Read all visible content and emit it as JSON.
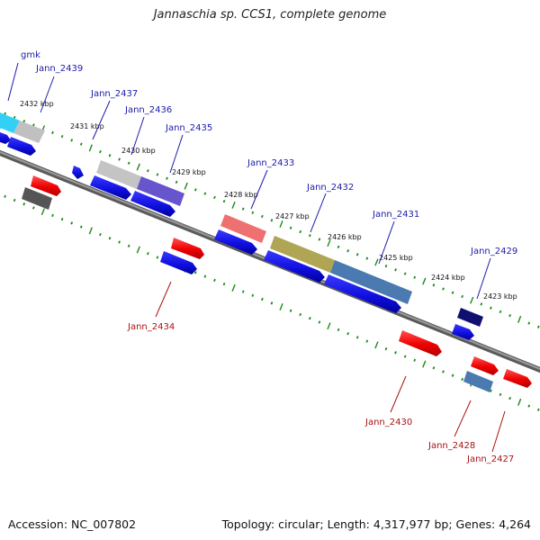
{
  "title": "Jannaschia sp. CCS1, complete genome",
  "footer": {
    "accession": "Accession: NC_007802",
    "summary": "Topology: circular; Length: 4,317,977 bp; Genes: 4,264"
  },
  "colors": {
    "backbone": "#7a7a7a",
    "cds": "#1010e0",
    "gene_forward_label": "#1a1aaa",
    "gene_reverse_label": "#aa1111",
    "reverse_feature": "#ee1111",
    "tick": "#1a8a1a"
  },
  "kbp_labels": [
    "2432 kbp",
    "2431 kbp",
    "2430 kbp",
    "2429 kbp",
    "2428 kbp",
    "2427 kbp",
    "2426 kbp",
    "2425 kbp",
    "2424 kbp",
    "2423 kbp"
  ],
  "forward_gene_labels": [
    "gmk",
    "Jann_2439",
    "Jann_2437",
    "Jann_2436",
    "Jann_2435",
    "Jann_2433",
    "Jann_2432",
    "Jann_2431",
    "Jann_2429"
  ],
  "reverse_gene_labels": [
    "Jann_2434",
    "Jann_2430",
    "Jann_2428",
    "Jann_2427"
  ]
}
